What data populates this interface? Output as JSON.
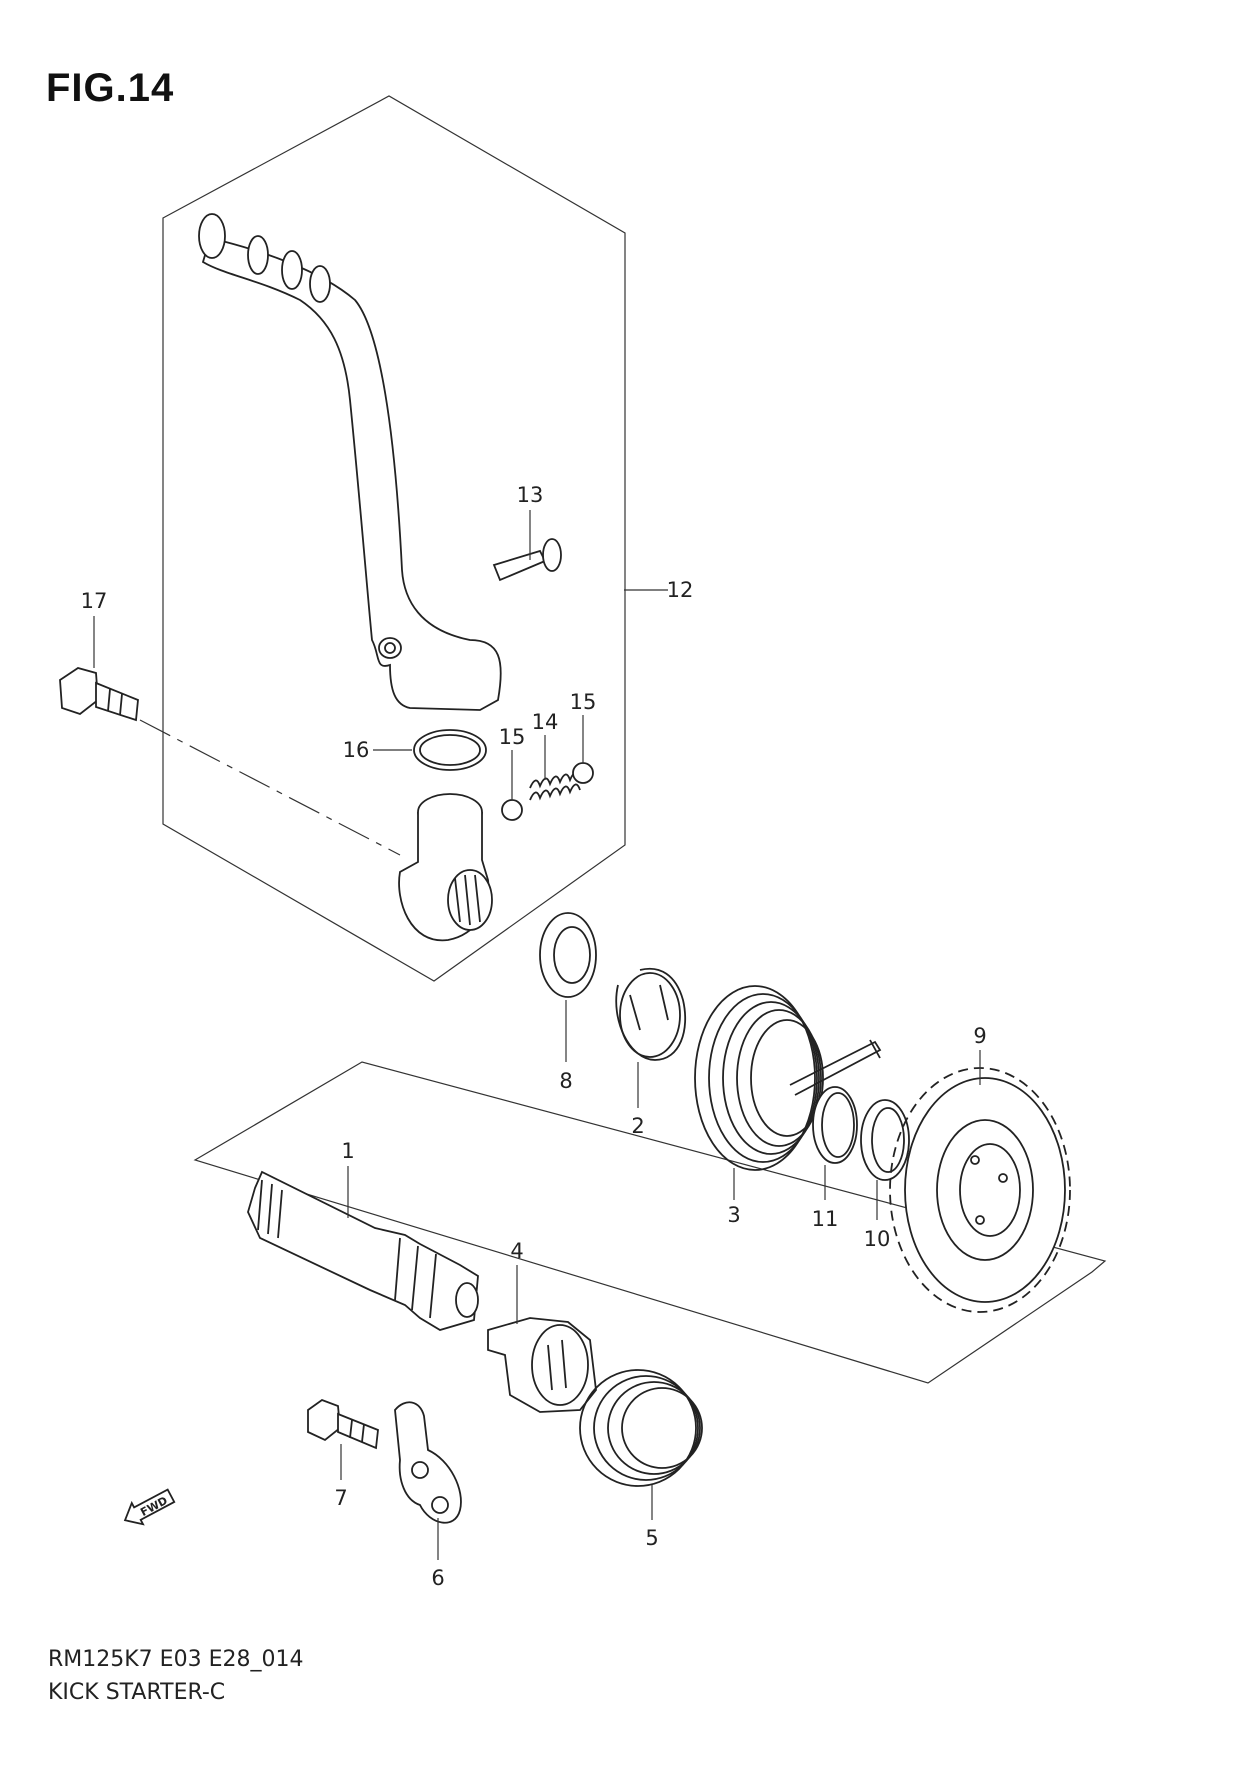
{
  "figure": {
    "title": "FIG.14"
  },
  "callouts": {
    "c1": "1",
    "c2": "2",
    "c3": "3",
    "c4": "4",
    "c5": "5",
    "c6": "6",
    "c7": "7",
    "c8": "8",
    "c9": "9",
    "c10": "10",
    "c11": "11",
    "c12": "12",
    "c13": "13",
    "c14": "14",
    "c15a": "15",
    "c15b": "15",
    "c16": "16",
    "c17": "17"
  },
  "fwd_badge": "FWD",
  "footer": {
    "code": "RM125K7 E03 E28_014",
    "name": "KICK STARTER-C"
  }
}
